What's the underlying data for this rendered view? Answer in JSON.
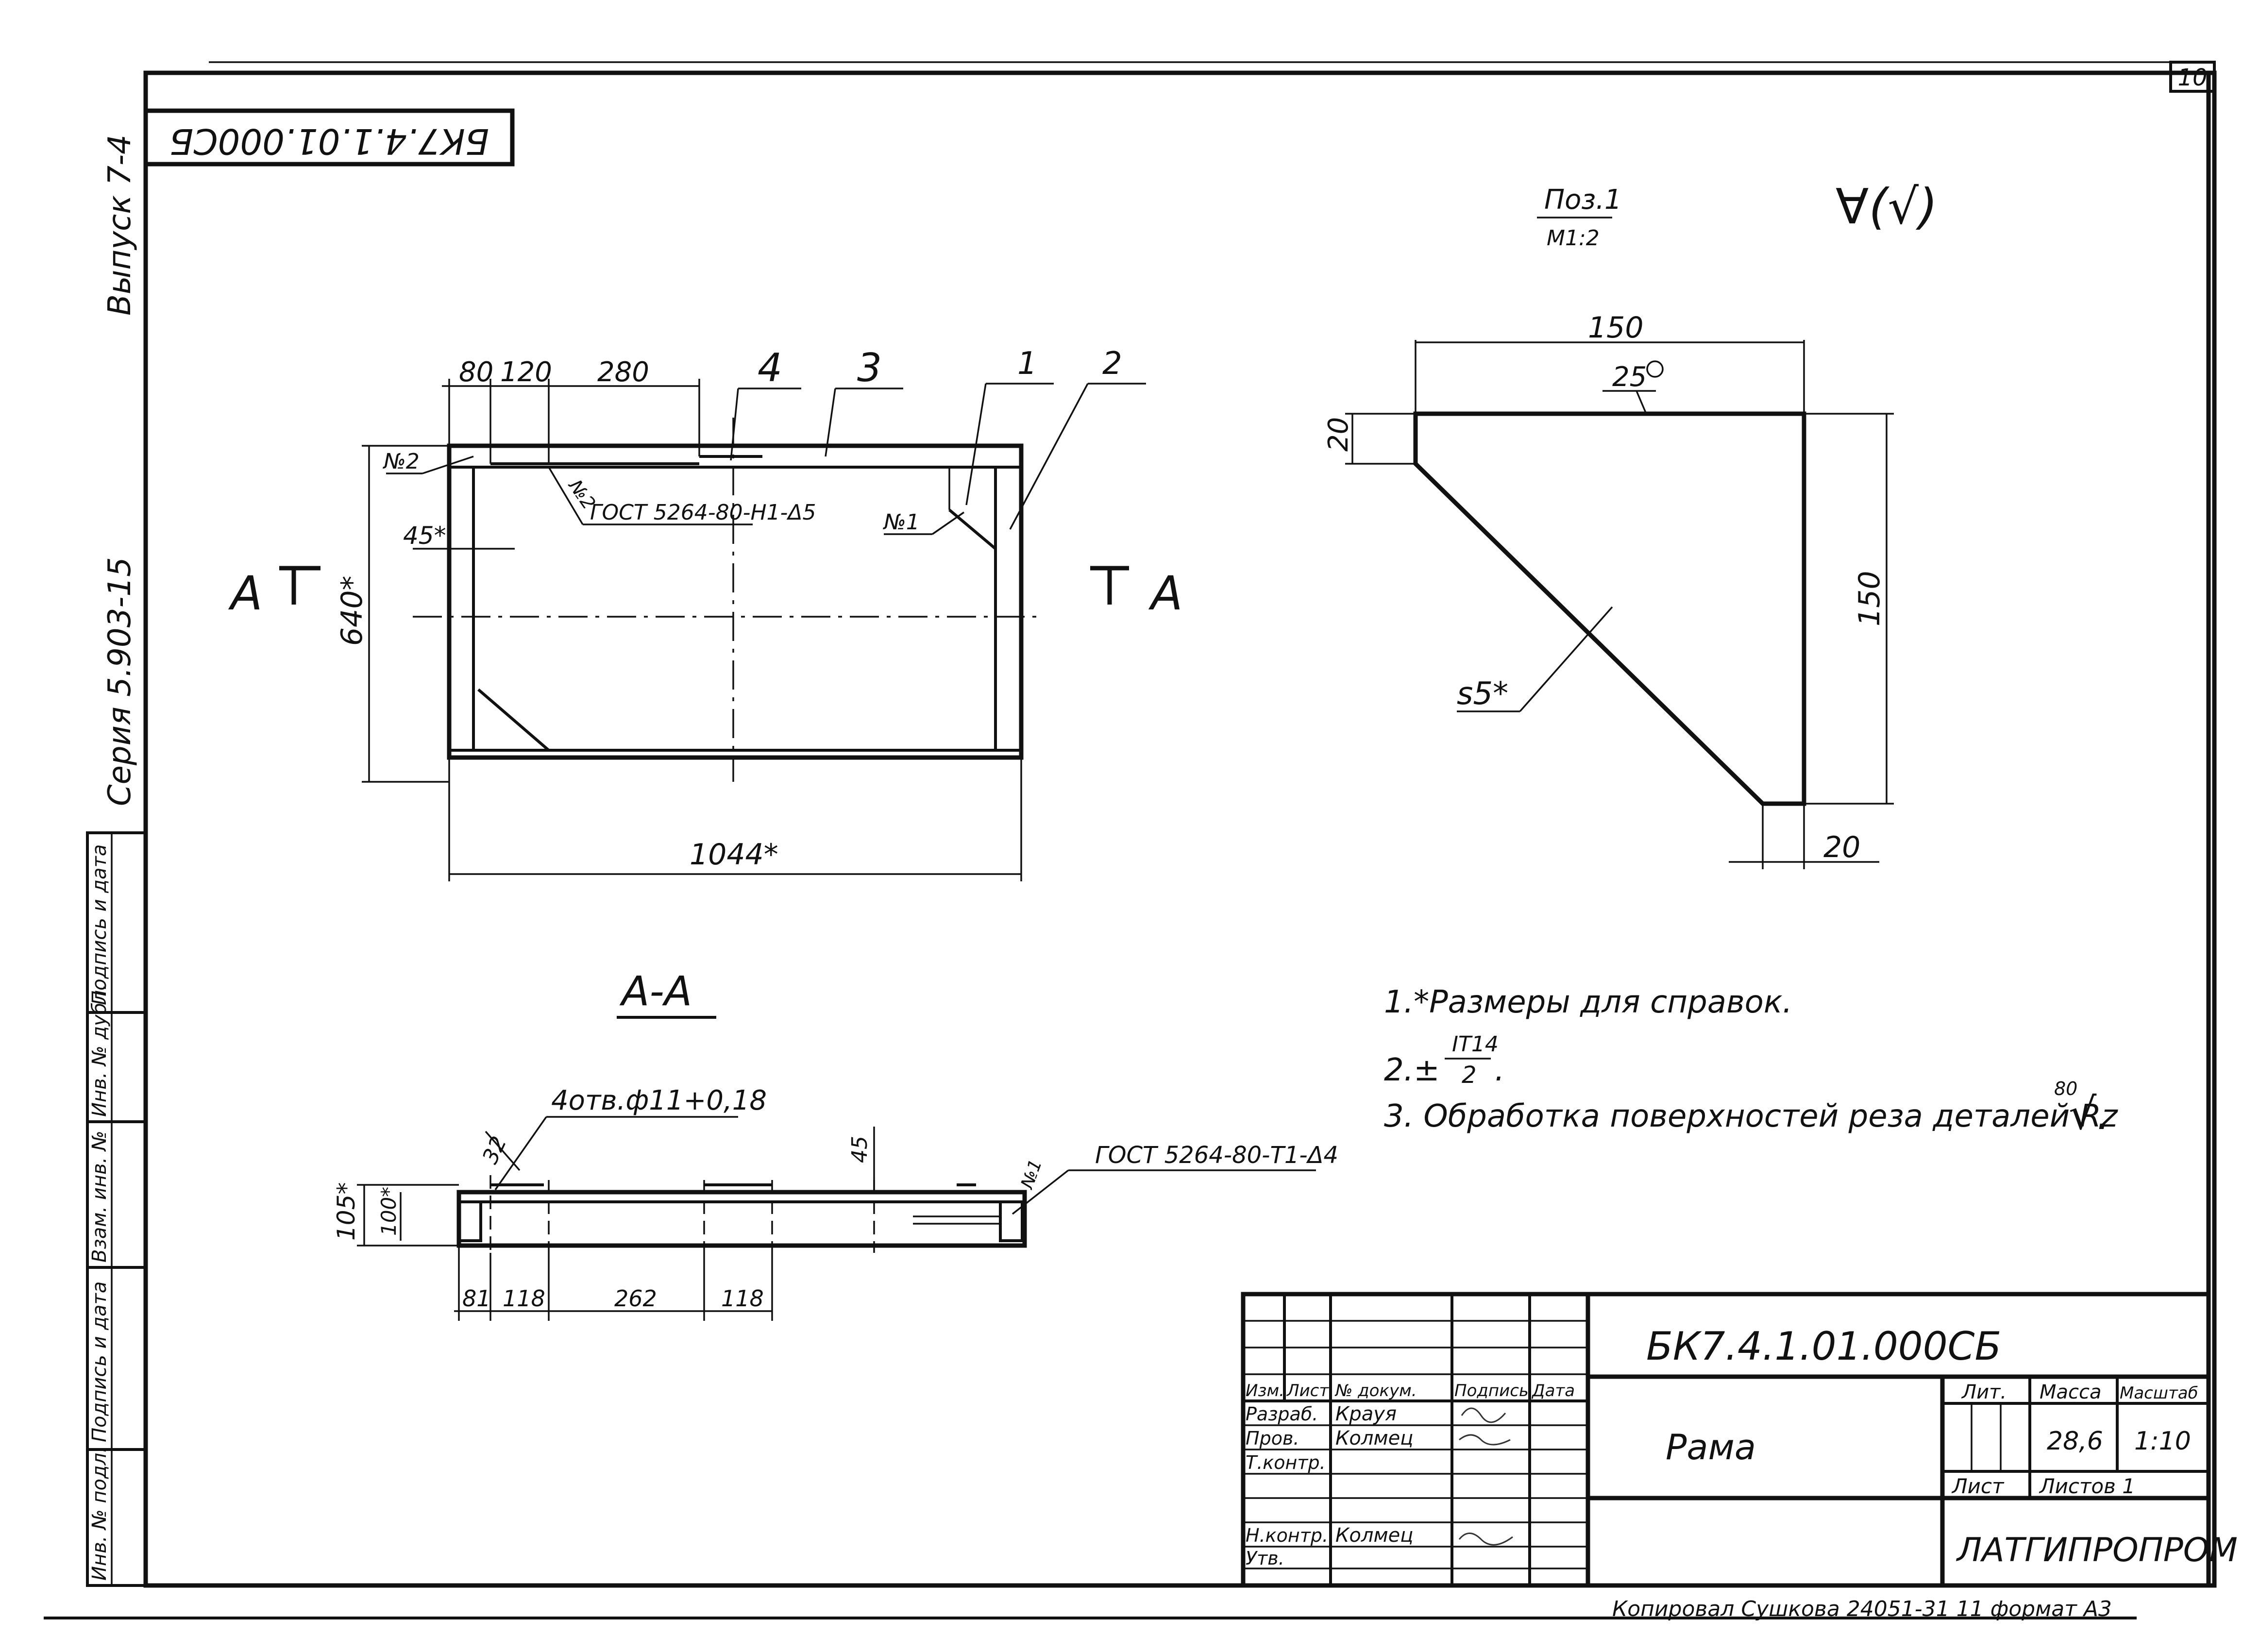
{
  "sheet": {
    "number": "10",
    "code_rotated": "БК7.4.1.01.000СБ",
    "series": "Серия 5.903-15",
    "issue": "Выпуск 7-4"
  },
  "side_stamp": {
    "cells": [
      "Подпись и дата",
      "Инв. № дубл.",
      "Взам. инв. №",
      "Подпись и дата",
      "Инв. № подл."
    ]
  },
  "main_view": {
    "dim_80": "80",
    "dim_120": "120",
    "dim_280": "280",
    "dim_640": "640*",
    "dim_1044": "1044*",
    "dim_45": "45*",
    "pos_1": "1",
    "pos_2": "2",
    "pos_3": "3",
    "pos_4": "4",
    "weld_no2_left": "№2",
    "weld_no2_mid": "№2",
    "weld_callout": "ГОСТ 5264-80-Н1-Δ5",
    "weld_no1": "№1",
    "section_left": "А",
    "section_right": "А"
  },
  "detail_view": {
    "pos_label": "Поз.1",
    "scale": "М1:2",
    "roughness": "∀(√)",
    "dim_top": "150",
    "dim_right": "150",
    "dim_left": "20",
    "dim_bottom": "20",
    "weld_25": "25",
    "thickness": "s5*"
  },
  "section_aa": {
    "title": "А-А",
    "holes": "4отв.ф11+0,18",
    "dim_32": "32",
    "dim_45": "45",
    "weld_no1": "№1",
    "weld_callout": "ГОСТ 5264-80-Т1-Δ4",
    "dim_105": "105*",
    "dim_100": "100*",
    "dim_81": "81",
    "dim_118a": "118",
    "dim_262": "262",
    "dim_118b": "118"
  },
  "notes": [
    "1.*Размеры для справок.",
    "2.±",
    "3. Обработка поверхностей реза деталей Rz"
  ],
  "tolerance_fraction": {
    "numerator": "IT14",
    "denominator": "2"
  },
  "roughness_value": "80",
  "title_block": {
    "code": "БК7.4.1.01.000СБ",
    "name": "Рама",
    "org": "ЛАТГИПРОПРОМ",
    "header": [
      "Изм.",
      "Лист",
      "№ докум.",
      "Подпись",
      "Дата"
    ],
    "rows": [
      {
        "role": "Разраб.",
        "name": "Крауя"
      },
      {
        "role": "Пров.",
        "name": "Колмец"
      },
      {
        "role": "Т.контр.",
        "name": ""
      },
      {
        "role": "Н.контр.",
        "name": "Колмец"
      },
      {
        "role": "Утв.",
        "name": ""
      }
    ],
    "lit_label": "Лит.",
    "mass_label": "Масса",
    "scale_label": "Масштаб",
    "mass": "28,6",
    "scale": "1:10",
    "sheet_label": "Лист",
    "sheets_label": "Листов 1"
  },
  "footer": "Копировал Сушкова 24051-31 11 формат А3"
}
